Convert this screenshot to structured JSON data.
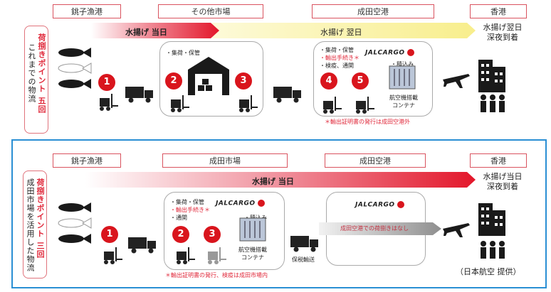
{
  "top": {
    "locations": [
      "銚子漁港",
      "その他市場",
      "成田空港",
      "香港"
    ],
    "side_title": "荷捌きポイント 五回",
    "side_subtitle": "これまでの物流",
    "bar_day1": "水揚げ 当日",
    "bar_day2": "水揚げ 翌日",
    "dest_line1": "水揚げ翌日",
    "dest_line2": "深夜到着",
    "panel1_label": "・集荷・保管",
    "panel2_lines": [
      "・集荷・保管",
      "・輸出手続き＊",
      "・検疫、通関"
    ],
    "panel2_brand": "JALCARGO",
    "panel2_load": "・積込み",
    "container_label_1": "航空機搭載",
    "container_label_2": "コンテナ",
    "footnote": "＊輸出証明書の発行は成田空港外",
    "numbers": [
      "1",
      "2",
      "3",
      "4",
      "5"
    ]
  },
  "bottom": {
    "locations": [
      "銚子漁港",
      "成田市場",
      "成田空港",
      "香港"
    ],
    "side_title": "荷捌きポイント 三回",
    "side_subtitle": "成田市場を活用した物流",
    "bar_label": "水揚げ 当日",
    "dest_line1": "水揚げ当日",
    "dest_line2": "深夜到着",
    "panel1_lines": [
      "・集荷・保管",
      "・輸出手続き＊",
      "・通関"
    ],
    "panel1_brand": "JALCARGO",
    "panel1_load": "・積込み",
    "container_label_1": "航空機搭載",
    "container_label_2": "コンテナ",
    "panel2_brand": "JALCARGO",
    "panel2_note": "成田空港での荷捌きはなし",
    "transport_label": "保税輸送",
    "footnote": "＊輸出証明書の発行、検疫は成田市場内",
    "credit": "（日本航空 提供）",
    "numbers": [
      "1",
      "2",
      "3"
    ]
  },
  "colors": {
    "accent_red": "#d9151d",
    "frame_blue": "#2a8fd4",
    "bar_yellow": "#fbf3a8"
  }
}
